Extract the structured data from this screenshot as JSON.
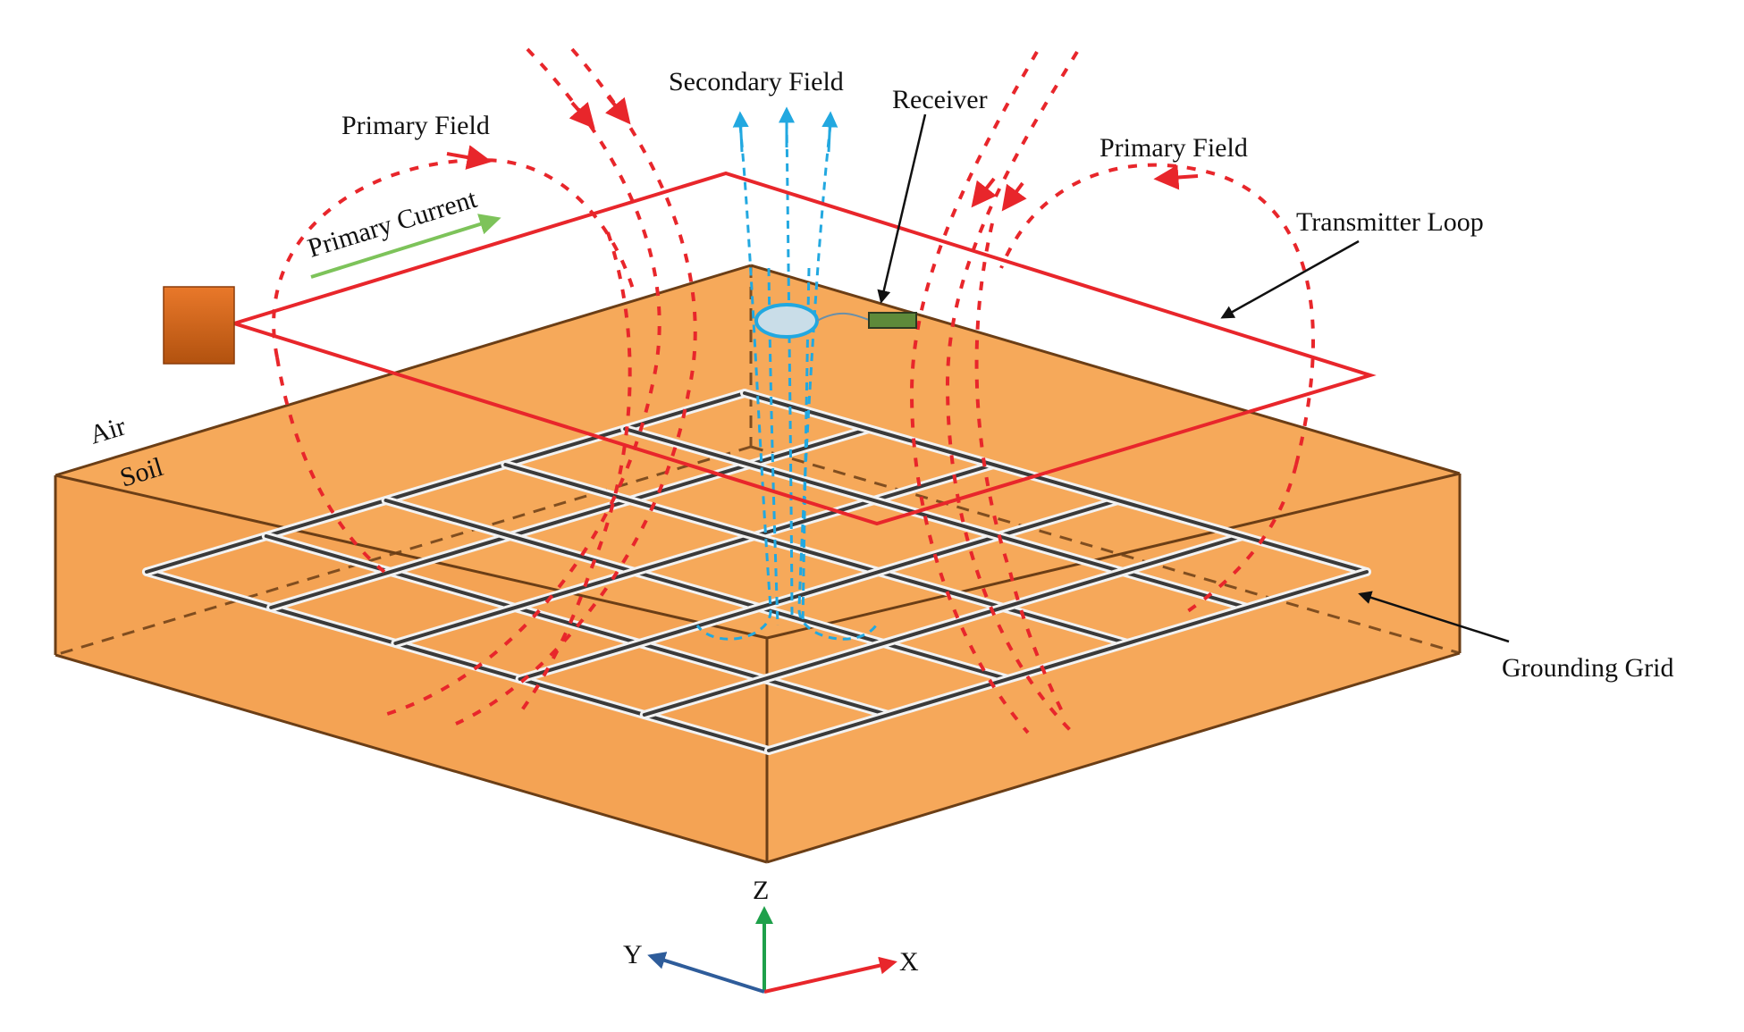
{
  "labels": {
    "secondary_field": "Secondary Field",
    "receiver": "Receiver",
    "primary_field_left": "Primary Field",
    "primary_field_right": "Primary Field",
    "primary_current": "Primary Current",
    "transmitter_loop": "Transmitter Loop",
    "air": "Air",
    "soil": "Soil",
    "grounding_grid": "Grounding Grid"
  },
  "axes": {
    "x": "X",
    "y": "Y",
    "z": "Z"
  },
  "colors": {
    "soil_top": "#F6A95A",
    "soil_front_left": "#F4A354",
    "soil_front_right": "#F6A85A",
    "soil_edge": "#6B3E16",
    "primary_field": "#E8262B",
    "transmitter_loop": "#E8262B",
    "secondary_field": "#22A8E0",
    "primary_current_arrow": "#7DC35A",
    "source_box": "#D9691A",
    "receiver": "#5E8A3A",
    "grid_bar": "#3A3A3A",
    "axis_x": "#E8262B",
    "axis_y": "#2E5C9A",
    "axis_z": "#1EA04A"
  }
}
